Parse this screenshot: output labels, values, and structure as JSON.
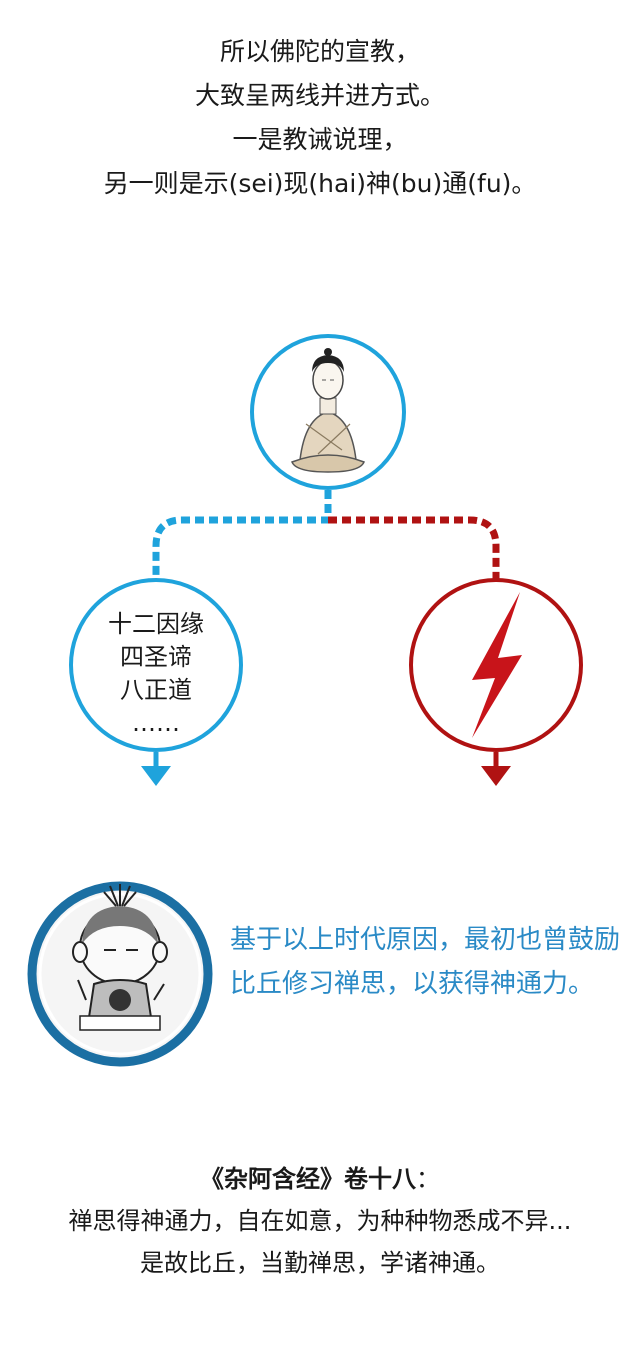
{
  "intro": {
    "line1": "所以佛陀的宣教，",
    "line2": "大致呈两线并进方式。",
    "line3": "一是教诫说理，",
    "line4": "另一则是示(sei)现(hai)神(bu)通(fu)。"
  },
  "diagram": {
    "left_items": [
      "十二因缘",
      "四圣谛",
      "八正道",
      "……"
    ],
    "colors": {
      "blue": "#1fa3dc",
      "red": "#b01212"
    }
  },
  "monk_note": {
    "text": "基于以上时代原因，最初也曾鼓励比丘修习禅思，以获得神通力。",
    "color": "#2a8ac6"
  },
  "quote": {
    "source": "《杂阿含经》卷十八",
    "colon": "：",
    "line1": "禅思得神通力，自在如意，为种种物悉成不异...",
    "line2": "是故比丘，当勤禅思，学诸神通。"
  }
}
